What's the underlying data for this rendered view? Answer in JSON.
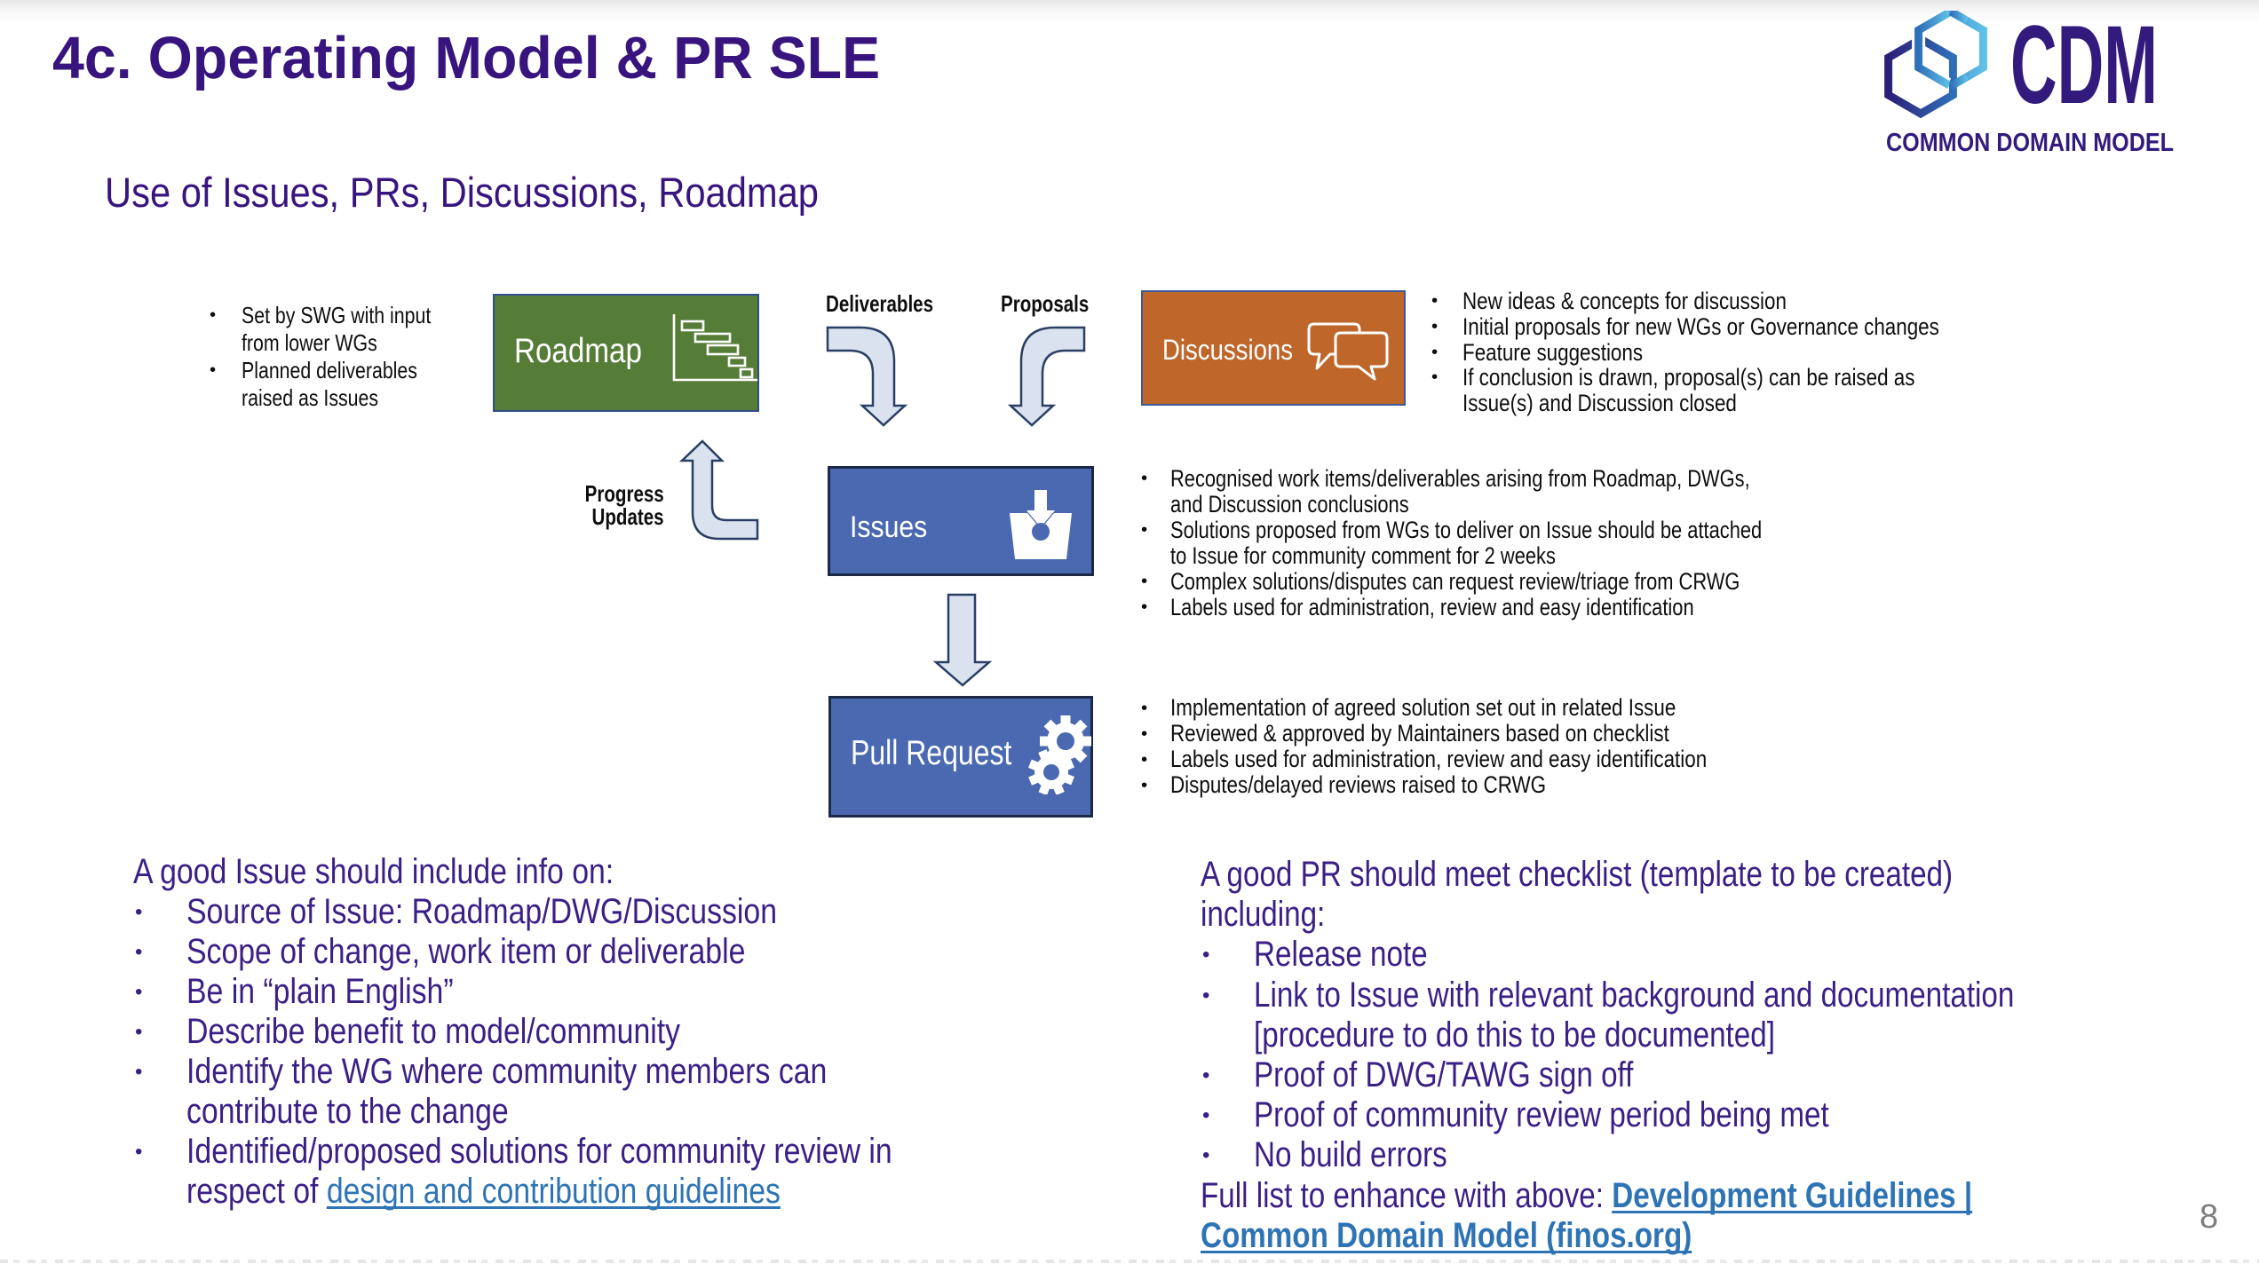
{
  "colors": {
    "purple_title": "#38157e",
    "purple_body": "#3a1f86",
    "link_blue": "#2e74b5",
    "text_black": "#0e0e0e",
    "gray_page": "#7f7f7f",
    "green_fill": "#567d37",
    "green_border": "#2f4e8c",
    "orange_fill": "#bf662a",
    "orange_border": "#3a5a9c",
    "blue_fill": "#4a69b1",
    "blue_border": "#1b2946",
    "arrow_fill": "#dbe2ef",
    "arrow_stroke": "#2a3f63",
    "logo_indigo": "#2c1f78",
    "logo_blue": "#2f6fb8",
    "logo_sky": "#5fc0e9",
    "logo_text": "#321b7d"
  },
  "chars": {
    "bullet": "•"
  },
  "header": {
    "title": "4c. Operating Model & PR SLE",
    "subtitle": "Use of Issues, PRs, Discussions, Roadmap"
  },
  "logo": {
    "acronym": "CDM",
    "name": "COMMON DOMAIN MODEL"
  },
  "diagram": {
    "boxes": {
      "roadmap": "Roadmap",
      "discussions": "Discussions",
      "issues": "Issues",
      "pull_request": "Pull Request"
    },
    "arrow_labels": {
      "deliverables": "Deliverables",
      "proposals": "Proposals",
      "progress_line1": "Progress",
      "progress_line2": "Updates"
    },
    "roadmap_notes": {
      "lines": [
        {
          "text": "Set by SWG with input"
        },
        {
          "text": "from lower WGs"
        },
        {
          "text": "Planned deliverables"
        },
        {
          "text": "raised as Issues"
        }
      ]
    },
    "discussion_notes": {
      "lines": [
        {
          "text": "New ideas & concepts for discussion"
        },
        {
          "text": "Initial proposals for new WGs or Governance changes"
        },
        {
          "text": "Feature suggestions"
        },
        {
          "text": "If conclusion is drawn, proposal(s) can be raised as"
        },
        {
          "text": "Issue(s) and Discussion closed"
        }
      ]
    },
    "issues_notes": {
      "lines": [
        {
          "text": "Recognised work items/deliverables arising from Roadmap, DWGs,"
        },
        {
          "text": "and Discussion conclusions"
        },
        {
          "text": "Solutions proposed from WGs to deliver on Issue should be attached"
        },
        {
          "text": "to Issue for community comment for 2 weeks"
        },
        {
          "text": "Complex solutions/disputes can request review/triage from CRWG"
        },
        {
          "text": "Labels used for administration, review and easy identification"
        }
      ]
    },
    "pr_notes": {
      "lines": [
        {
          "text": "Implementation of agreed solution set out in related Issue"
        },
        {
          "text": "Reviewed & approved by Maintainers based on checklist"
        },
        {
          "text": "Labels used for administration, review and easy identification"
        },
        {
          "text": "Disputes/delayed reviews raised to CRWG"
        }
      ]
    }
  },
  "issue_info": {
    "heading": "A good Issue should include info on:",
    "lines": [
      {
        "text": "Source of Issue: Roadmap/DWG/Discussion"
      },
      {
        "text": "Scope of change, work item or deliverable"
      },
      {
        "text": "Be in “plain English”"
      },
      {
        "text": "Describe benefit to model/community"
      },
      {
        "text": "Identify the WG where community members can"
      },
      {
        "text": "contribute to the change"
      },
      {
        "text": "Identified/proposed solutions for community review in"
      }
    ],
    "last_line": {
      "prefix": "respect of ",
      "link": "design and contribution guidelines"
    }
  },
  "pr_info": {
    "heading_line1": "A good PR should meet checklist (template to be created)",
    "heading_line2": "including:",
    "lines": [
      {
        "text": "Release note"
      },
      {
        "text": "Link to Issue with relevant background and documentation"
      },
      {
        "text": "[procedure to do this to be documented]"
      },
      {
        "text": "Proof of DWG/TAWG sign off"
      },
      {
        "text": "Proof of community review period being met"
      },
      {
        "text": "No build errors"
      }
    ],
    "footer": {
      "prefix": "Full list to enhance with above: ",
      "link_line1": "Development Guidelines |",
      "link_line2": "Common Domain Model (finos.org)"
    }
  },
  "page_number": "8"
}
